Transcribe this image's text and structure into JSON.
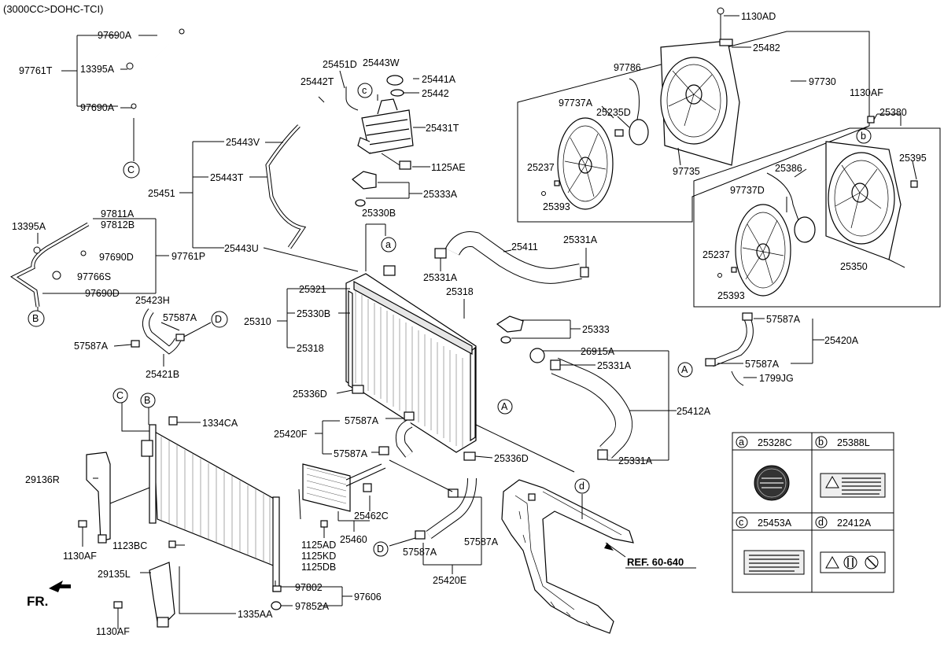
{
  "header": {
    "title": "(3000CC>DOHC-TCI)"
  },
  "reference": "REF. 60-640",
  "front_label": "FR.",
  "labels": {
    "l97690A_1": "97690A",
    "l13395A_1": "13395A",
    "l97761T": "97761T",
    "l97690A_2": "97690A",
    "l13395A_2": "13395A",
    "l97811A": "97811A",
    "l97812B": "97812B",
    "l97690D_1": "97690D",
    "l97761P": "97761P",
    "l97766S": "97766S",
    "l97690D_2": "97690D",
    "l25423H": "25423H",
    "l57587A_1": "57587A",
    "l57587A_2": "57587A",
    "l25421B": "25421B",
    "l25451D": "25451D",
    "l25443W": "25443W",
    "l25441A": "25441A",
    "l25442T": "25442T",
    "l25442": "25442",
    "l25431T": "25431T",
    "l1125AE": "1125AE",
    "l25443V": "25443V",
    "l25443T": "25443T",
    "l25451": "25451",
    "l25443U": "25443U",
    "l25333A": "25333A",
    "l25330B_1": "25330B",
    "l25411": "25411",
    "l25331A_1": "25331A",
    "l25331A_2": "25331A",
    "l25321": "25321",
    "l25330B_2": "25330B",
    "l25310": "25310",
    "l25318_1": "25318",
    "l25318_2": "25318",
    "l25333": "25333",
    "l26915A": "26915A",
    "l25331A_3": "25331A",
    "l25412A": "25412A",
    "l25331A_4": "25331A",
    "l25336D_1": "25336D",
    "l25336D_2": "25336D",
    "l57587A_3": "57587A",
    "l25420A": "25420A",
    "l57587A_4": "57587A",
    "l1799JG": "1799JG",
    "l1130AD": "1130AD",
    "l25482": "25482",
    "l97786": "97786",
    "l97730": "97730",
    "l97737A": "97737A",
    "l25235D": "25235D",
    "l25237_1": "25237",
    "l25393_1": "25393",
    "l97735": "97735",
    "l1130AF_1": "1130AF",
    "l25380": "25380",
    "l25395": "25395",
    "l25386": "25386",
    "l97737D": "97737D",
    "l25237_2": "25237",
    "l25350": "25350",
    "l25393_2": "25393",
    "l1334CA": "1334CA",
    "l25420F": "25420F",
    "l57587A_5": "57587A",
    "l57587A_6": "57587A",
    "l29136R": "29136R",
    "l1130AF_2": "1130AF",
    "l1123BC": "1123BC",
    "l29135L": "29135L",
    "l1130AF_3": "1130AF",
    "l1335AA": "1335AA",
    "l97802": "97802",
    "l97852A": "97852A",
    "l97606": "97606",
    "l25462C": "25462C",
    "l25460": "25460",
    "l1125AD": "1125AD",
    "l1125KD": "1125KD",
    "l1125DB": "1125DB",
    "l57587A_7": "57587A",
    "l57587A_8": "57587A",
    "l25420E": "25420E"
  },
  "callouts": {
    "a": "a",
    "b": "b",
    "c": "c",
    "d": "d",
    "A": "A",
    "B": "B",
    "C": "C",
    "D": "D"
  },
  "legend": {
    "items": [
      {
        "letter": "a",
        "part": "25328C"
      },
      {
        "letter": "b",
        "part": "25388L"
      },
      {
        "letter": "c",
        "part": "25453A"
      },
      {
        "letter": "d",
        "part": "22412A"
      }
    ]
  }
}
